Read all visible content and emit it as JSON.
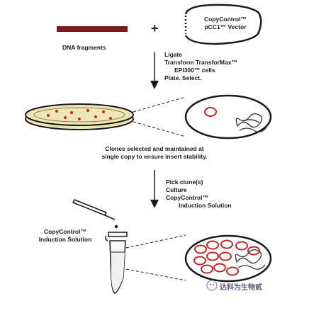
{
  "vector": {
    "line1": "CopyControl™",
    "line2": "pCC1™ Vector"
  },
  "fragments_label": "DNA fragments",
  "plus_sign": "+",
  "step1": {
    "line1": "Ligate",
    "line2": "Transform TransforMax™",
    "line3": "EPI300™ cells",
    "line4": "Plate. Select."
  },
  "clones_text": {
    "line1": "Clones selected and maintained at",
    "line2": "single copy to ensure insert stability."
  },
  "step2": {
    "line1": "Pick clone(s)",
    "line2": "Culture",
    "line3": "CopyControl™",
    "line4": "Induction Solution"
  },
  "induction_label": {
    "line1": "CopyControl™",
    "line2": "Induction Solution"
  },
  "watermark": "达科为生物贰",
  "colors": {
    "dna": "#7a1a1a",
    "plasmid": "#c0282a",
    "ink": "#1a1a1a",
    "plate_fill": "#efe6b8"
  }
}
